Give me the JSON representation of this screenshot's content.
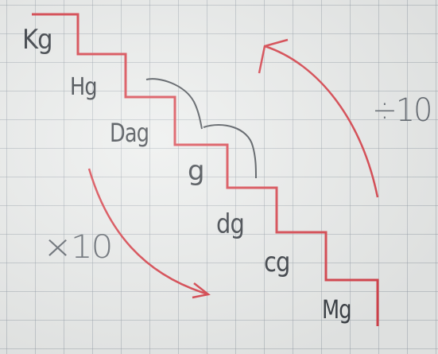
{
  "units": {
    "kg": "Kg",
    "hg": "Hg",
    "dag": "Dag",
    "g": "g",
    "dg": "dg",
    "cg": "cg",
    "mg": "Mg"
  },
  "operations": {
    "multiply": "×10",
    "divide": "÷10"
  },
  "colors": {
    "staircase": "#d9434c",
    "arrows": "#d9434c",
    "pencil": "#3a3f45"
  }
}
